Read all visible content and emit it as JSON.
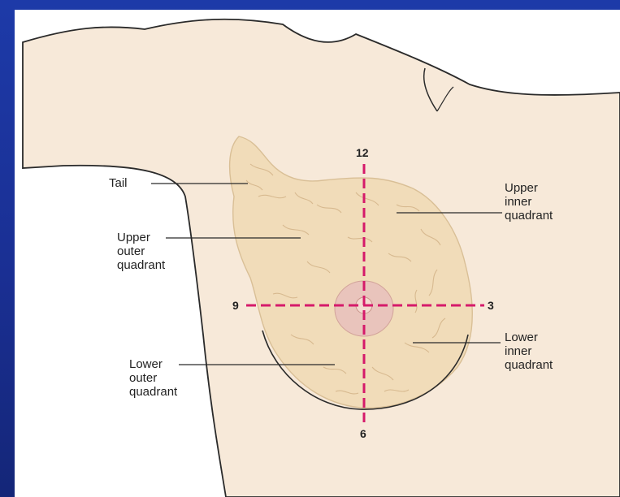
{
  "labels": {
    "tail": "Tail",
    "upper_outer": "Upper\nouter\nquadrant",
    "upper_inner": "Upper\ninner\nquadrant",
    "lower_outer": "Lower\nouter\nquadrant",
    "lower_inner": "Lower\ninner\nquadrant"
  },
  "clock": {
    "twelve": "12",
    "three": "3",
    "six": "6",
    "nine": "9"
  },
  "colors": {
    "background": "#1d3aa8",
    "skin": "#f7e9d9",
    "tissue": "#f1dcb9",
    "areola": "#e9c4bc",
    "guide_lines": "#d51a6a"
  }
}
